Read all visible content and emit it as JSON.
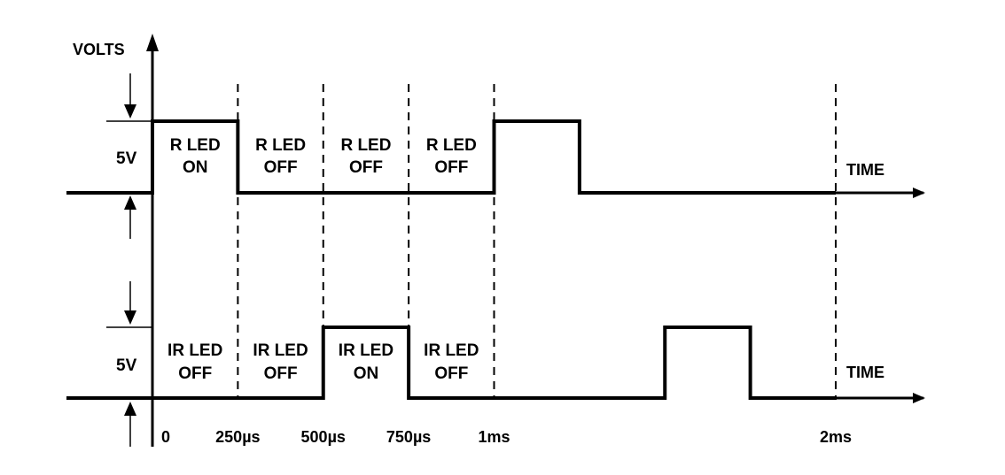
{
  "axes": {
    "y_label": "VOLTS",
    "time_label": "TIME",
    "level_label": "5V"
  },
  "ticks": [
    {
      "label": "0",
      "t": 0
    },
    {
      "label": "250µs",
      "t": 250
    },
    {
      "label": "500µs",
      "t": 500
    },
    {
      "label": "750µs",
      "t": 750
    },
    {
      "label": "1ms",
      "t": 1000
    },
    {
      "label": "2ms",
      "t": 2000
    }
  ],
  "waveforms": [
    {
      "name": "R LED",
      "high_intervals": [
        [
          0,
          250
        ],
        [
          1000,
          1250
        ]
      ],
      "slot_labels": [
        {
          "line1": "R LED",
          "line2": "ON"
        },
        {
          "line1": "R LED",
          "line2": "OFF"
        },
        {
          "line1": "R LED",
          "line2": "OFF"
        },
        {
          "line1": "R LED",
          "line2": "OFF"
        }
      ]
    },
    {
      "name": "IR LED",
      "high_intervals": [
        [
          500,
          750
        ],
        [
          1500,
          1750
        ]
      ],
      "slot_labels": [
        {
          "line1": "IR LED",
          "line2": "OFF"
        },
        {
          "line1": "IR LED",
          "line2": "OFF"
        },
        {
          "line1": "IR LED",
          "line2": "ON"
        },
        {
          "line1": "IR LED",
          "line2": "OFF"
        }
      ]
    }
  ]
}
